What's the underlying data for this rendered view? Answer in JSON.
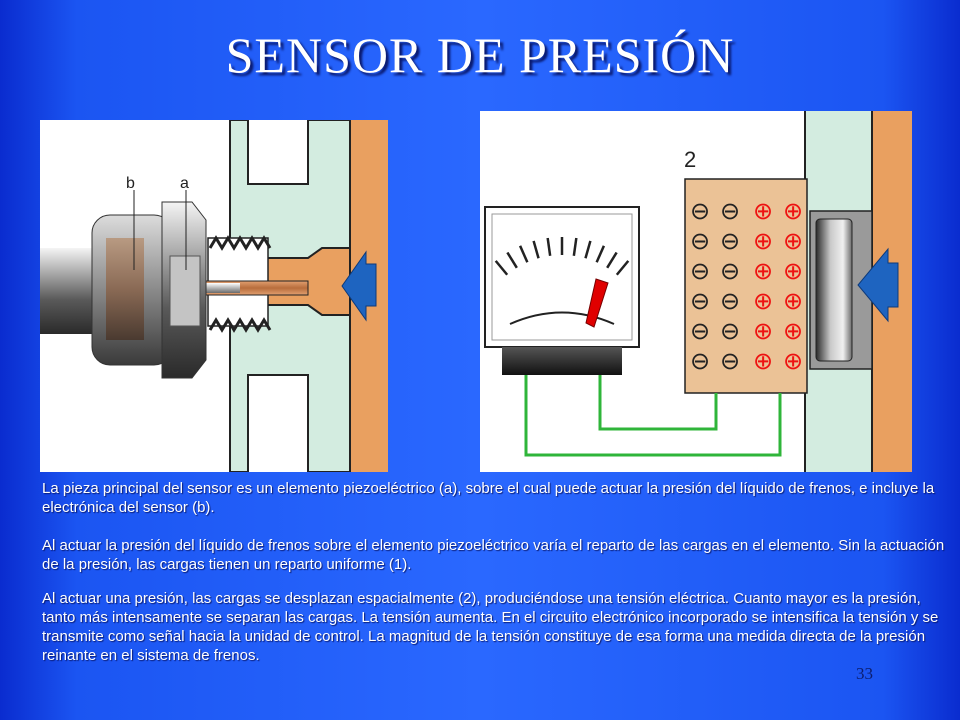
{
  "slide": {
    "title": "SENSOR DE PRESIÓN",
    "page_number": "33"
  },
  "figure_left": {
    "label_b": "b",
    "label_a": "a"
  },
  "figure_right": {
    "label_2": "2",
    "minus_sign": "⊖",
    "plus_sign": "⊕"
  },
  "captions": {
    "paragraph_1": "La pieza principal del sensor es un elemento piezoeléctrico (a),  sobre el cual puede actuar la presión del líquido de frenos, e incluye la electrónica del sensor (b).",
    "paragraph_2": "Al actuar la presión del líquido de frenos sobre el elemento piezoeléctrico varía el reparto de las cargas en el elemento. Sin la actuación de la presión, las cargas tienen un reparto uniforme (1).",
    "paragraph_3": "Al actuar una presión, las cargas se desplazan espacialmente (2), produciéndose una tensión eléctrica. Cuanto mayor es la presión, tanto más intensamente se separan las cargas. La tensión aumenta. En el circuito electrónico incorporado se intensifica la tensión y se transmite como señal hacia la unidad de control. La magnitud de la tensión constituye de esa forma una medida directa de la presión reinante en el sistema de frenos."
  },
  "colors": {
    "background": "#2a68ff",
    "housing_green": "#d3ece0",
    "fluid_orange": "#e9a060",
    "arrow_blue": "#1e64c0",
    "crystal_tan": "#ebc296",
    "plus_red": "#ee1111",
    "wire_green": "#2fb53a"
  }
}
